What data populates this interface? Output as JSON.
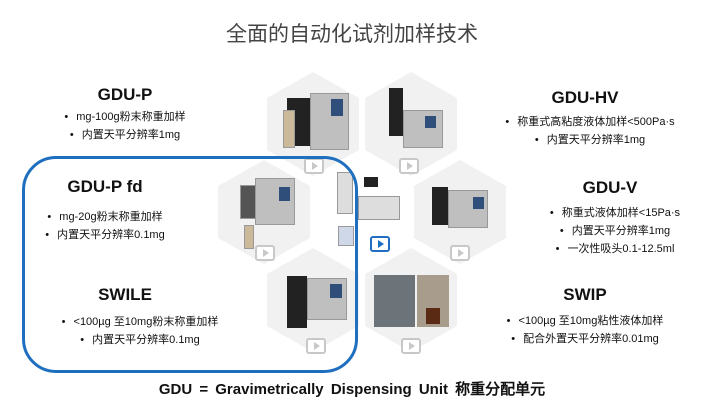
{
  "title": "全面的自动化试剂加样技术",
  "products": [
    {
      "name": "GDU-P",
      "specs": [
        "mg-100g粉末称重加样",
        "内置天平分辨率1mg"
      ]
    },
    {
      "name": "GDU-HV",
      "specs": [
        "称重式高粘度液体加样<500Pa·s",
        "内置天平分辨率1mg"
      ]
    },
    {
      "name": "GDU-P fd",
      "specs": [
        "mg-20g粉末称重加样",
        "内置天平分辨率0.1mg"
      ]
    },
    {
      "name": "GDU-V",
      "specs": [
        "称重式液体加样<15Pa·s",
        "内置天平分辨率1mg",
        "一次性吸头0.1-12.5ml"
      ]
    },
    {
      "name": "SWILE",
      "specs": [
        "<100µg 至10mg粉末称重加样",
        "内置天平分辨率0.1mg"
      ]
    },
    {
      "name": "SWIP",
      "specs": [
        "<100µg 至10mg粘性液体加样",
        "配合外置天平分辨率0.01mg"
      ]
    }
  ],
  "footer": "GDU = Gravimetrically Dispensing Unit 称重分配单元",
  "colors": {
    "accent": "#1f6fc0",
    "hex": "#f1f1f1"
  }
}
